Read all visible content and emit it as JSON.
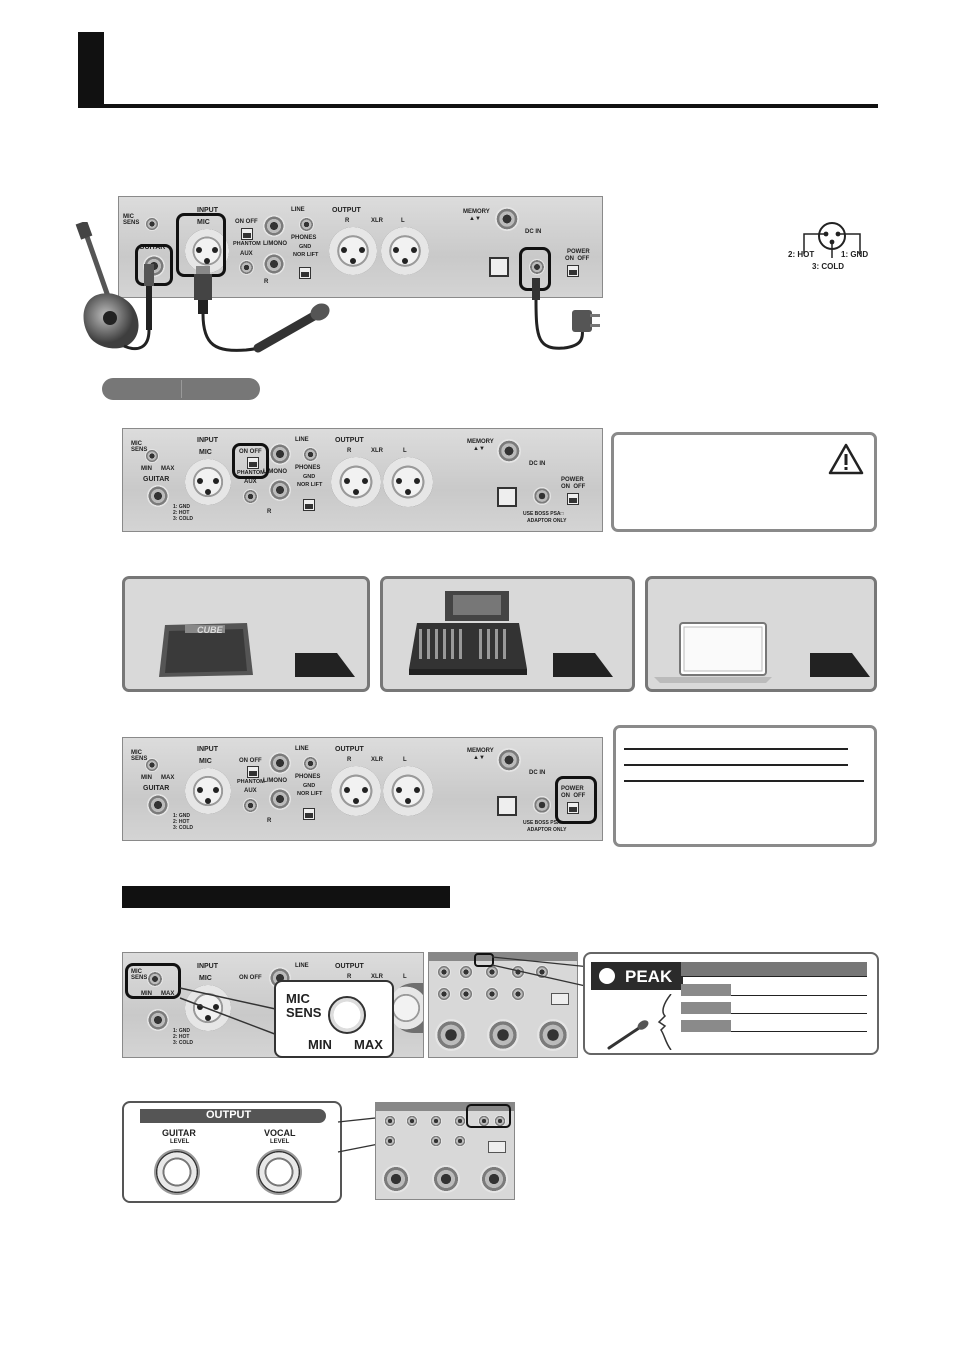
{
  "xlr_pinout": {
    "hot": "2: HOT",
    "gnd": "1: GND",
    "cold": "3: COLD"
  },
  "panel_labels": {
    "input": "INPUT",
    "mic_sens": "MIC\nSENS",
    "min": "MIN",
    "max": "MAX",
    "guitar": "GUITAR",
    "mic": "MIC",
    "on_off": "ON OFF",
    "phantom": "PHANTOM",
    "aux": "AUX",
    "line": "LINE",
    "l_mono": "L/MONO",
    "r": "R",
    "phones": "PHONES",
    "gnd": "GND",
    "nor_lift": "NOR LIFT",
    "output": "OUTPUT",
    "xlr_r": "R",
    "xlr": "XLR",
    "xlr_l": "L",
    "memory": "MEMORY",
    "memory_arrows": "▲▼",
    "dc_in": "DC IN",
    "power": "POWER",
    "power_on_off": "ON  OFF",
    "pin_gnd": "1: GND",
    "pin_hot": "2: HOT",
    "pin_cold": "3: COLD",
    "adaptor_1": "USE BOSS PSA□",
    "adaptor_2": "ADAPTOR ONLY"
  },
  "caution_icon": "warning-triangle-icon",
  "peak_label": "PEAK",
  "zoom_labels": {
    "mic_sens": "MIC\nSENS",
    "min": "MIN",
    "max": "MAX"
  },
  "output_box": {
    "title": "OUTPUT",
    "guitar": "GUITAR",
    "vocal": "VOCAL",
    "level": "LEVEL"
  },
  "destinations": [
    {
      "name": "amplifier",
      "icon": "amplifier-icon",
      "amp_logo": "CUBE"
    },
    {
      "name": "mixer",
      "icon": "mixer-icon"
    },
    {
      "name": "computer",
      "icon": "laptop-icon"
    }
  ],
  "colors": {
    "heading_bar": "#111111",
    "panel": "#d2d2d2",
    "card_border": "#777777",
    "peak_bg": "#2b2b2b"
  }
}
